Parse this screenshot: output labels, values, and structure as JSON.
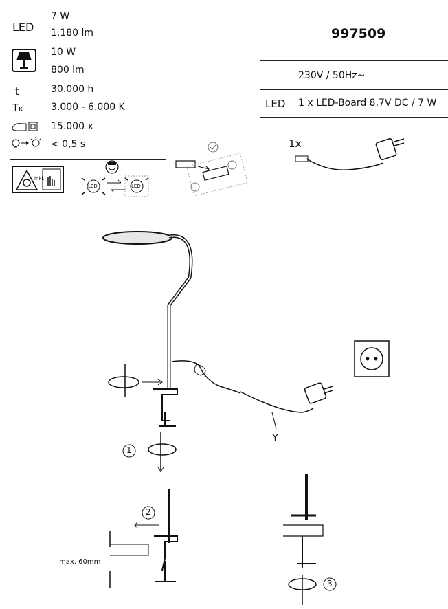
{
  "specs": {
    "led_label": "LED",
    "led_power": "7 W",
    "led_lumen": "1.180 lm",
    "bulb_power": "10 W",
    "bulb_lumen": "800 lm",
    "lifetime_symbol": "t",
    "lifetime": "30.000 h",
    "colortemp_symbol": "T",
    "colortemp_sub": "K",
    "colortemp": "3.000 - 6.000 K",
    "switch_cycles": "15.000 x",
    "warmup": "< 0,5 s"
  },
  "product": {
    "code": "997509",
    "voltage": "230V / 50Hz~",
    "led_row_label": "LED",
    "led_board": "1 x LED-Board 8,7V DC / 7 W",
    "adapter_qty": "1x"
  },
  "badges": {
    "incl": "inkl.",
    "led_icon": "LED"
  },
  "diagram": {
    "cable_label": "Y",
    "step1": "1",
    "step2": "2",
    "step3": "3",
    "max_thickness": "max. 60mm"
  },
  "icons": [
    "lamp-shade-icon",
    "switch-cycle-icon",
    "warmup-icon",
    "dimmer-icon",
    "touch-icon",
    "led-swap-icon",
    "service-icon",
    "driver-icon",
    "check-icon",
    "power-adapter-icon",
    "socket-icon",
    "rotate-icon"
  ]
}
